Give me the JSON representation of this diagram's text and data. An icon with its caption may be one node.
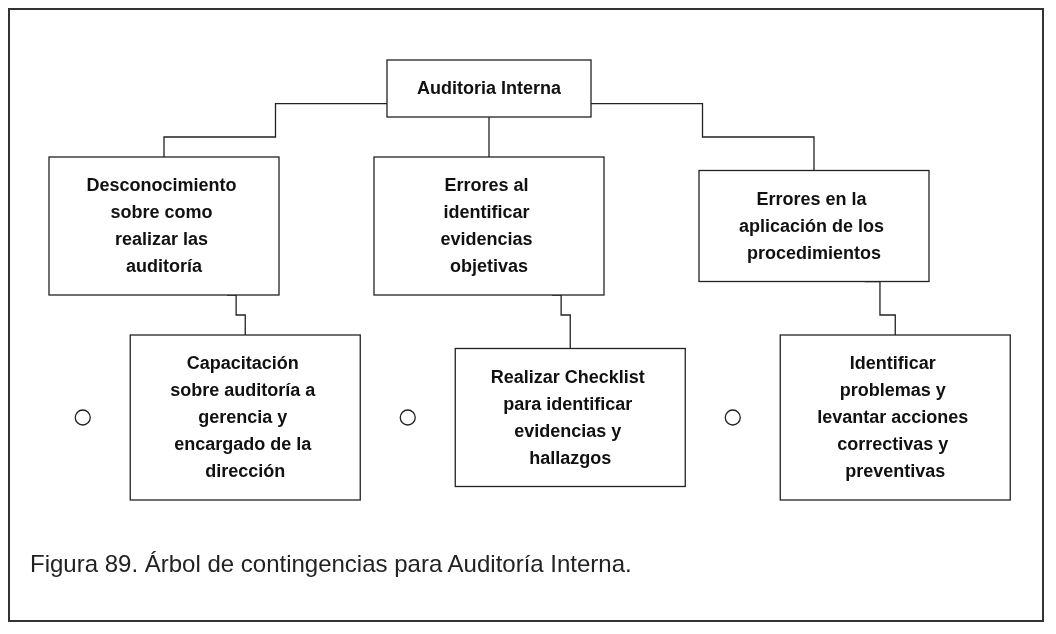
{
  "diagram": {
    "caption": "Figura 89. Árbol de contingencias para Auditoría Interna.",
    "nodes": [
      {
        "text": [
          "Auditoria Interna"
        ]
      },
      {
        "text": [
          "Desconocimiento sobre como realizar las auditoría"
        ]
      },
      {
        "text": [
          "Errores al identificar evidencias objetivas"
        ]
      },
      {
        "text": [
          "Errores en la aplicación de los procedimientos"
        ]
      },
      {
        "text": [],
        "shape": "circle"
      },
      {
        "text": [
          "Capacitación sobre auditoría a gerencia y encargado de la dirección"
        ]
      },
      {
        "text": [],
        "shape": "circle"
      },
      {
        "text": [
          "Realizar Checklist para identificar evidencias y hallazgos"
        ]
      },
      {
        "text": [],
        "shape": "circle"
      },
      {
        "text": [
          "Identificar problemas y levantar acciones correctivas y preventivas"
        ]
      }
    ],
    "edges": [
      {
        "from": 0,
        "to": 1,
        "arrow": "none"
      },
      {
        "from": 0,
        "to": 2,
        "arrow": "none"
      },
      {
        "from": 0,
        "to": 3,
        "arrow": "none"
      },
      {
        "from": 1,
        "to": 5,
        "arrow": "none"
      },
      {
        "from": 2,
        "to": 7,
        "arrow": "none"
      },
      {
        "from": 3,
        "to": 9,
        "arrow": "none"
      }
    ]
  }
}
